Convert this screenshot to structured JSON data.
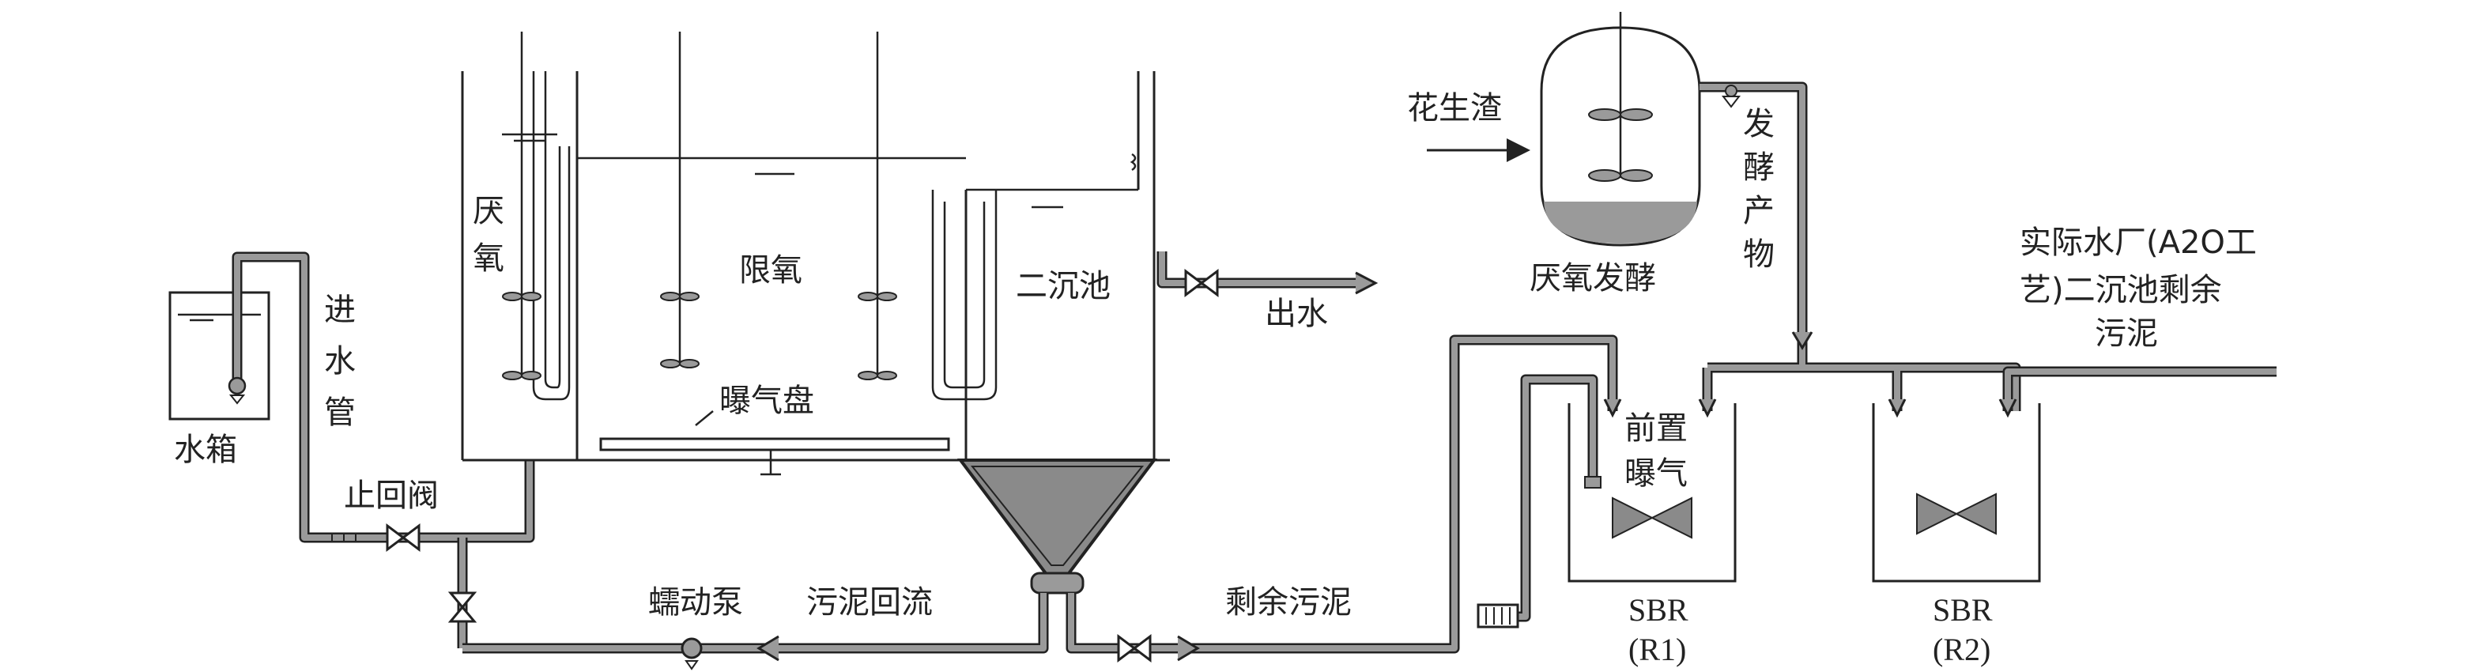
{
  "labels": {
    "water_tank": "水箱",
    "inlet_pipe": [
      "进",
      "水",
      "管"
    ],
    "check_valve": "止回阀",
    "anaerobic": [
      "厌",
      "氧"
    ],
    "anoxic": "限氧",
    "secondary_clarifier": "二沉池",
    "aeration_disc": "曝气盘",
    "effluent": "出水",
    "peristaltic_pump": "蠕动泵",
    "sludge_return": "污泥回流",
    "excess_sludge": "剩余污泥",
    "peanut_residue": "花生渣",
    "anaerobic_fermentation": "厌氧发酵",
    "fermentation_product": [
      "发",
      "酵",
      "产",
      "物"
    ],
    "pre_aeration": [
      "前置",
      "曝气"
    ],
    "sbr_r1": [
      "SBR",
      "(R1)"
    ],
    "sbr_r2": [
      "SBR",
      "(R2)"
    ],
    "real_plant": [
      "实际水厂(A2O工",
      "艺)二沉池剩余",
      "污泥"
    ]
  },
  "colors": {
    "line": "#222222",
    "pipe_fill": "#9a9a9a",
    "tank_fill": "#8a8a8a",
    "sludge_fill": "#9a9a9a"
  }
}
